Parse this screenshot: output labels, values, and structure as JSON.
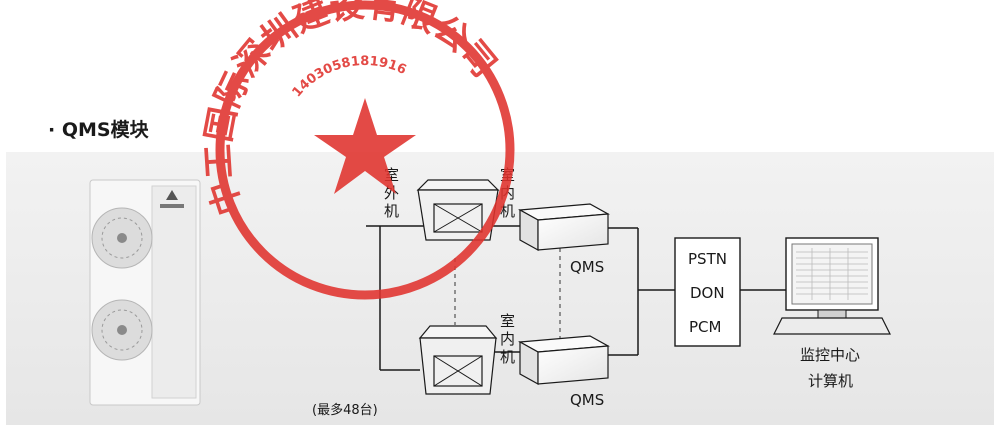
{
  "section": {
    "title": "· QMS模块"
  },
  "diagram": {
    "outdoor_unit_label_lines": [
      "室",
      "外",
      "机"
    ],
    "indoor_unit_top_label_lines": [
      "室",
      "内",
      "机"
    ],
    "indoor_unit_bottom_label_lines": [
      "室",
      "内",
      "机"
    ],
    "qms_top_label": "QMS",
    "qms_bottom_label": "QMS",
    "max_units_note": "(最多48台)",
    "network_box_lines": [
      "PSTN",
      "DON",
      "PCM"
    ],
    "monitor_caption_lines": [
      "监控中心",
      "计算机"
    ]
  },
  "stamp": {
    "text_arc": "中工国际深圳建设有限公司",
    "serial": "1403058181916",
    "color": "#e0322d"
  },
  "colors": {
    "panel_background": "#eeeeee",
    "line": "#1a1a1a",
    "stamp": "#e0322d"
  }
}
